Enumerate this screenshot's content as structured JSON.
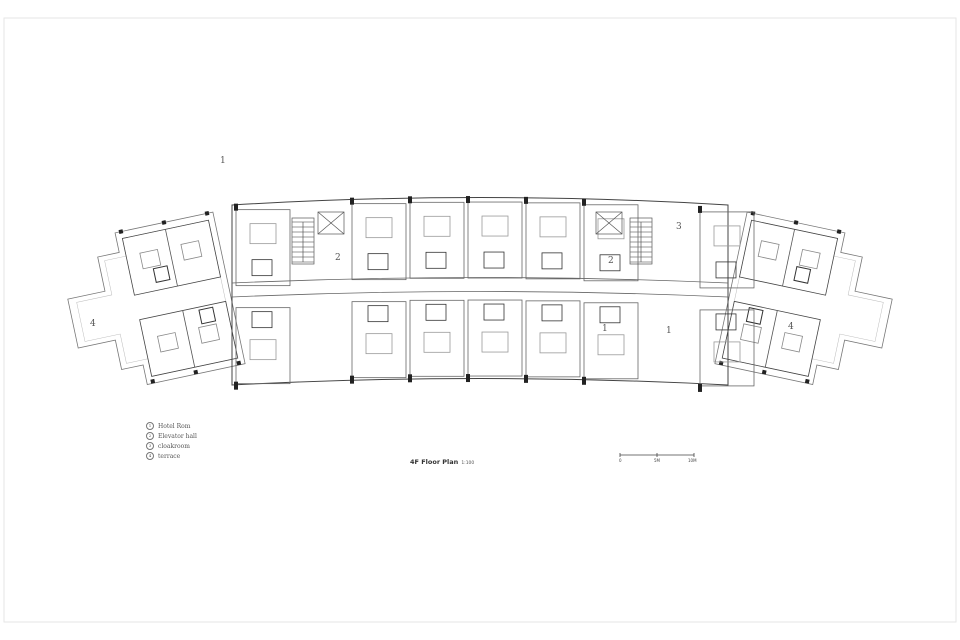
{
  "legend": [
    {
      "num": "1",
      "label": "Hotel Rom"
    },
    {
      "num": "2",
      "label": "Elevator hall"
    },
    {
      "num": "3",
      "label": "cloakroom"
    },
    {
      "num": "4",
      "label": "terrace"
    }
  ],
  "title": {
    "main": "4F Floor Plan",
    "scale": "1:100"
  },
  "scale_bar": {
    "ticks": [
      "0",
      "5M",
      "10M"
    ]
  },
  "plan_labels": {
    "room": "1",
    "elevator": "2",
    "cloak": "3",
    "terrace": "4"
  }
}
